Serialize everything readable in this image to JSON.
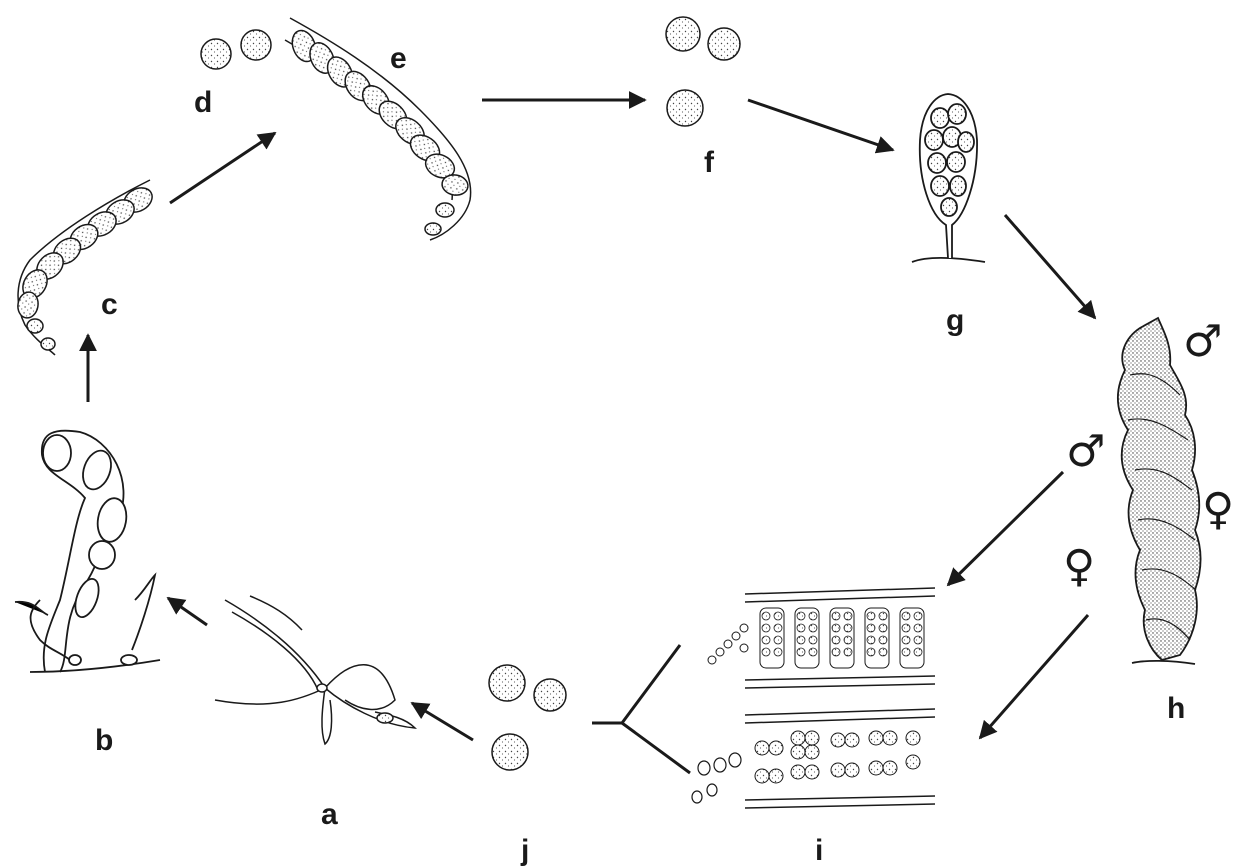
{
  "stages": {
    "a": "a",
    "b": "b",
    "c": "c",
    "d": "d",
    "e": "e",
    "f": "f",
    "g": "g",
    "h": "h",
    "i": "i",
    "j": "j"
  },
  "symbols": {
    "male": "♂",
    "female": "♀"
  }
}
